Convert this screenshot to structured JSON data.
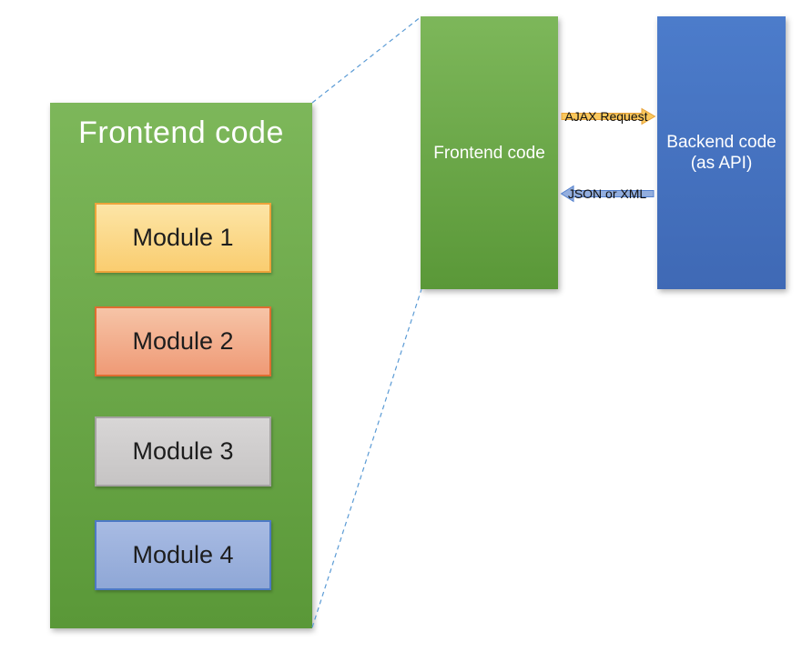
{
  "diagram": {
    "detail_panel": {
      "title": "Frontend code",
      "fill_top": "#7DB75A",
      "fill_bottom": "#5A9838",
      "modules": [
        {
          "label": "Module 1",
          "fill_top": "#FCE5A6",
          "fill_bottom": "#FACD70",
          "border": "#EDA33B"
        },
        {
          "label": "Module 2",
          "fill_top": "#F6C4A7",
          "fill_bottom": "#EF9A76",
          "border": "#DF6D31"
        },
        {
          "label": "Module 3",
          "fill_top": "#D8D6D6",
          "fill_bottom": "#C6C4C4",
          "border": "#A5A2A2"
        },
        {
          "label": "Module 4",
          "fill_top": "#A8BBE3",
          "fill_bottom": "#8FA7D6",
          "border": "#4D79C5"
        }
      ]
    },
    "frontend_box": {
      "label": "Frontend code",
      "fill_top": "#7DB75A",
      "fill_bottom": "#5A9838"
    },
    "backend_box": {
      "label": "Backend code\n(as API)",
      "fill_top": "#4C7CCB",
      "fill_bottom": "#3F69B5"
    },
    "arrows": {
      "request": {
        "label": "AJAX Request",
        "direction": "right",
        "fill": "#FAC85C",
        "stroke": "#E8A33B"
      },
      "response": {
        "label": "JSON or XML",
        "direction": "left",
        "fill": "#93AEDE",
        "stroke": "#5380CE"
      }
    },
    "callout": {
      "line_color": "#5B9BD5"
    }
  }
}
